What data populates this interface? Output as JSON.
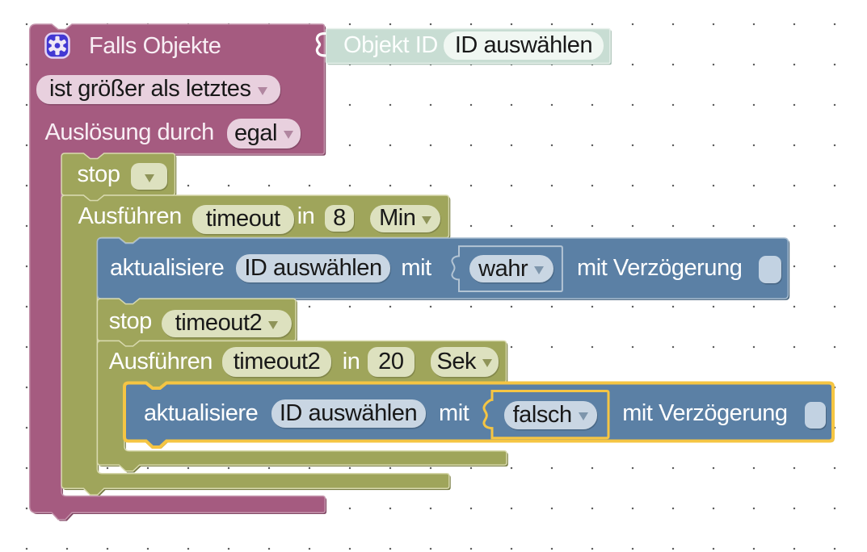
{
  "workspace": {
    "grid": {
      "spacing": 50,
      "dot_color": "#5e5e5e"
    },
    "colors": {
      "trigger_block": "#a55b80",
      "timeout_block": "#9fa55b",
      "action_block": "#5b80a5",
      "oid_block": "#c8ddd3",
      "selection_outline": "#f5c543",
      "gear_badge": "#4238d3"
    },
    "blocks": {
      "falls_objekte": {
        "title": "Falls Objekte",
        "condition_value": "ist größer als letztes",
        "trigger_label": "Auslösung durch",
        "trigger_value": "egal"
      },
      "objekt_id": {
        "label": "Objekt ID",
        "value": "ID auswählen"
      },
      "stop_1": {
        "label": "stop",
        "value": ""
      },
      "ausfuehren_1": {
        "label": "Ausführen",
        "name_value": "timeout",
        "in_label": "in",
        "duration_value": "8",
        "unit_value": "Min"
      },
      "aktualisiere_1": {
        "label": "aktualisiere",
        "oid_value": "ID auswählen",
        "with_label": "mit",
        "bool_value": "wahr",
        "delay_label": "mit Verzögerung"
      },
      "stop_2": {
        "label": "stop",
        "value": "timeout2"
      },
      "ausfuehren_2": {
        "label": "Ausführen",
        "name_value": "timeout2",
        "in_label": "in",
        "duration_value": "20",
        "unit_value": "Sek"
      },
      "aktualisiere_2": {
        "label": "aktualisiere",
        "oid_value": "ID auswählen",
        "with_label": "mit",
        "bool_value": "falsch",
        "delay_label": "mit Verzögerung"
      }
    }
  }
}
